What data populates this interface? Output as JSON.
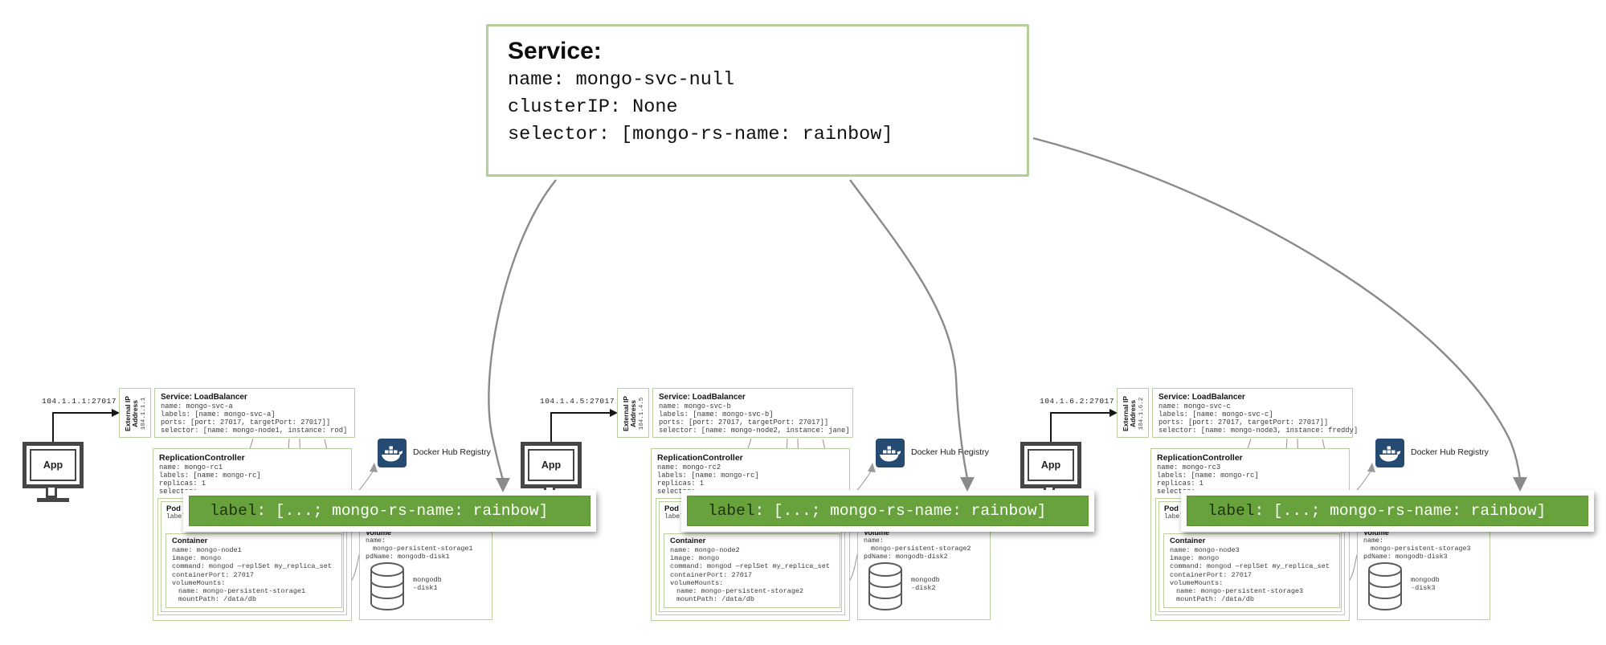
{
  "colors": {
    "box_green": "#b9cf9e",
    "bar_green": "#68a23c",
    "docker_navy": "#254b72",
    "arrow_gray": "#8a8a8a"
  },
  "service_box": {
    "title": "Service:",
    "lines": [
      "name: mongo-svc-null",
      "clusterIP: None",
      "selector: [mongo-rs-name: rainbow]"
    ]
  },
  "bar": {
    "keyword": "label",
    "rest": ": [...; mongo-rs-name: rainbow]"
  },
  "docker_label": "Docker Hub Registry",
  "clusters": [
    {
      "app": "App",
      "endpoint": "104.1.1.1:27017",
      "external_ip_title": "External IP Address",
      "external_ip": "104.1.1.1",
      "service_title": "Service: LoadBalancer",
      "service_lines": [
        "name: mongo-svc-a",
        "labels: [name: mongo-svc-a]",
        "ports: [port: 27017, targetPort: 27017]]",
        "selector: [name: mongo-node1, instance: rod]"
      ],
      "rc_title": "ReplicationController",
      "rc_lines": [
        "name: mongo-rc1",
        "labels: [name: mongo-rc]",
        "replicas: 1",
        "selector:"
      ],
      "pod_title": "Pod",
      "pod_sub": "labels:",
      "container_title": "Container",
      "container_lines": [
        "name: mongo-node1",
        "image: mongo",
        "command: mongod —replSet my_replica_set",
        "containerPort: 27017",
        "volumeMounts:",
        "name: mongo-persistent-storage1",
        "mountPath: /data/db"
      ],
      "volume_title": "Volume",
      "volume_lines": [
        "name:",
        "mongo-persistent-storage1",
        "pdName: mongodb-disk1"
      ],
      "disk_line1": "mongodb",
      "disk_line2": "-disk1"
    },
    {
      "app": "App",
      "endpoint": "104.1.4.5:27017",
      "external_ip_title": "External IP Address",
      "external_ip": "104.1.4.5",
      "service_title": "Service: LoadBalancer",
      "service_lines": [
        "name: mongo-svc-b",
        "labels: [name: mongo-svc-b]",
        "ports: [port: 27017, targetPort: 27017]]",
        "selector: [name: mongo-node2, instance: jane]"
      ],
      "rc_title": "ReplicationController",
      "rc_lines": [
        "name: mongo-rc2",
        "labels: [name: mongo-rc]",
        "replicas: 1",
        "selector:"
      ],
      "pod_title": "Pod",
      "pod_sub": "labels:",
      "container_title": "Container",
      "container_lines": [
        "name: mongo-node2",
        "image: mongo",
        "command: mongod —replSet my_replica_set",
        "containerPort: 27017",
        "volumeMounts:",
        "name: mongo-persistent-storage2",
        "mountPath: /data/db"
      ],
      "volume_title": "Volume",
      "volume_lines": [
        "name:",
        "mongo-persistent-storage2",
        "pdName: mongodb-disk2"
      ],
      "disk_line1": "mongodb",
      "disk_line2": "-disk2"
    },
    {
      "app": "App",
      "endpoint": "104.1.6.2:27017",
      "external_ip_title": "External IP Address",
      "external_ip": "104.1.6.2",
      "service_title": "Service: LoadBalancer",
      "service_lines": [
        "name: mongo-svc-c",
        "labels: [name: mongo-svc-c]",
        "ports: [port: 27017, targetPort: 27017]]",
        "selector: [name: mongo-node3, instance: freddy]"
      ],
      "rc_title": "ReplicationController",
      "rc_lines": [
        "name: mongo-rc3",
        "labels: [name: mongo-rc]",
        "replicas: 1",
        "selector:"
      ],
      "pod_title": "Pod",
      "pod_sub": "labels:",
      "container_title": "Container",
      "container_lines": [
        "name: mongo-node3",
        "image: mongo",
        "command: mongod —replSet my_replica_set",
        "containerPort: 27017",
        "volumeMounts:",
        "name: mongo-persistent-storage3",
        "mountPath: /data/db"
      ],
      "volume_title": "Volume",
      "volume_lines": [
        "name:",
        "mongo-persistent-storage3",
        "pdName: mongodb-disk3"
      ],
      "disk_line1": "mongodb",
      "disk_line2": "-disk3"
    }
  ]
}
